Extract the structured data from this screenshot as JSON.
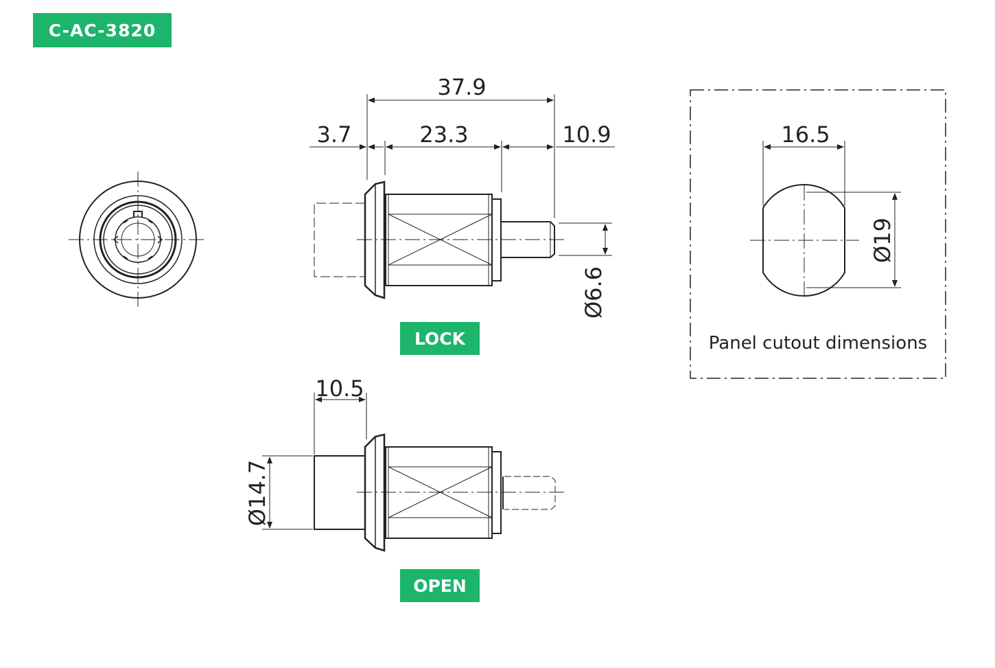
{
  "product_code": "C-AC-3820",
  "states": {
    "lock": "LOCK",
    "open": "OPEN"
  },
  "dimensions": {
    "overall_length": "37.9",
    "flange": "3.7",
    "body_length": "23.3",
    "cam_length": "10.9",
    "shaft_diameter": "Ø6.6",
    "plug_projection": "10.5",
    "plug_diameter": "Ø14.7",
    "cutout_width": "16.5",
    "cutout_diameter": "Ø19"
  },
  "panel_cutout_label": "Panel cutout dimensions",
  "colors": {
    "accent": "#1db46c",
    "line": "#222222"
  }
}
